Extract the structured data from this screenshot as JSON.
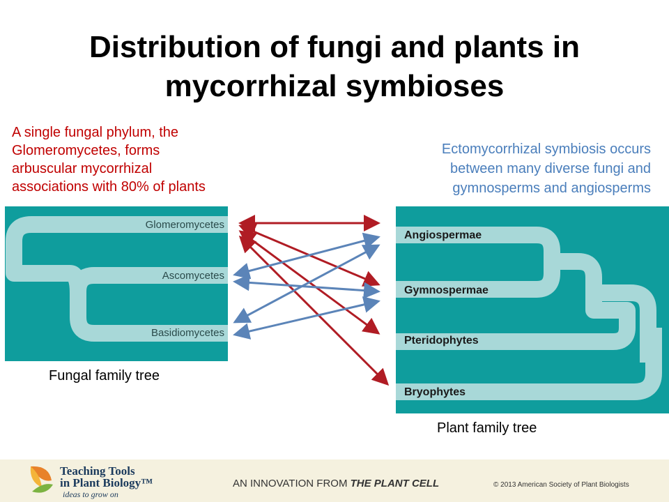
{
  "title": {
    "line1": "Distribution of fungi and plants in",
    "line2": "mycorrhizal symbioses"
  },
  "left_caption": {
    "lines": [
      "A single fungal phylum, the",
      "Glomeromycetes, forms",
      "arbuscular mycorrhizal",
      "associations with 80% of plants"
    ],
    "color": "#c00000"
  },
  "right_caption": {
    "lines": [
      "Ectomycorrhizal symbiosis occurs",
      "between many diverse fungi and",
      "gymnosperms and angiosperms"
    ],
    "color": "#4a7ebb"
  },
  "fungal_tree": {
    "caption": "Fungal family tree",
    "taxa": [
      "Glomeromycetes",
      "Ascomycetes",
      "Basidiomycetes"
    ],
    "background": "#0f9d9d",
    "branch_color": "#a8d8d8"
  },
  "plant_tree": {
    "caption": "Plant family tree",
    "taxa": [
      "Angiospermae",
      "Gymnospermae",
      "Pteridophytes",
      "Bryophytes"
    ],
    "background": "#0f9d9d",
    "branch_color": "#a8d8d8"
  },
  "connections": {
    "red_color": "#b01c24",
    "blue_color": "#5b84b8",
    "red": [
      [
        "Glomeromycetes",
        "Angiospermae"
      ],
      [
        "Glomeromycetes",
        "Gymnospermae"
      ],
      [
        "Glomeromycetes",
        "Pteridophytes"
      ],
      [
        "Glomeromycetes",
        "Bryophytes"
      ]
    ],
    "blue": [
      [
        "Ascomycetes",
        "Angiospermae"
      ],
      [
        "Ascomycetes",
        "Gymnospermae"
      ],
      [
        "Basidiomycetes",
        "Angiospermae"
      ],
      [
        "Basidiomycetes",
        "Gymnospermae"
      ]
    ]
  },
  "footer": {
    "brand_line1": "Teaching Tools",
    "brand_line2": "in Plant Biology™",
    "tagline": "ideas to grow on",
    "innovation_prefix": "AN INNOVATION FROM ",
    "innovation_journal": "THE PLANT CELL",
    "copyright": "© 2013 American Society of Plant Biologists"
  }
}
